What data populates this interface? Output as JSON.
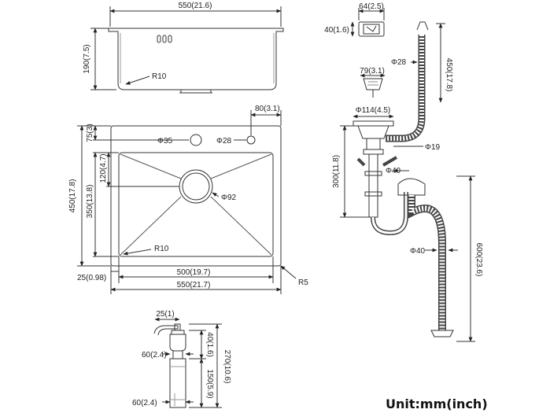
{
  "top_view": {
    "width_top": "550(21.6)",
    "depth": "190(7.5)",
    "radius": "R10"
  },
  "plan_view": {
    "faucet_hole": "Φ35",
    "soap_hole": "Φ28",
    "edge_offset_right": "80(3.1)",
    "edge_offset_top": "75(3)",
    "drain_offset": "120(4.7)",
    "outer_depth": "450(17.8)",
    "inner_depth": "350(13.8)",
    "drain_diameter": "Φ92",
    "inner_radius": "R10",
    "flange": "25(0.98)",
    "inner_width": "500(19.7)",
    "outer_width": "550(21.7)",
    "corner_radius": "R5"
  },
  "overflow_cap": {
    "width": "64(2.5)",
    "height": "40(1.6)"
  },
  "overflow_hose": {
    "diameter": "Φ28",
    "length": "450(17.8)"
  },
  "basket": {
    "top": "79(3.1)",
    "flange": "Φ114(4.5)"
  },
  "drain_assembly": {
    "hose_diameter": "Φ19",
    "pipe_diameter": "Φ40",
    "height": "300(11.8)",
    "outlet_diameter": "Φ40",
    "outlet_length": "600(23.6)"
  },
  "soap_dispenser": {
    "spout": "25(1)",
    "head_width": "60(2.4)",
    "head_height": "40(1.6)",
    "bottle_height": "150(5.9)",
    "total_height": "270(10.6)",
    "bottle_width": "60(2.4)"
  },
  "unit_label": "Unit:mm(inch)"
}
